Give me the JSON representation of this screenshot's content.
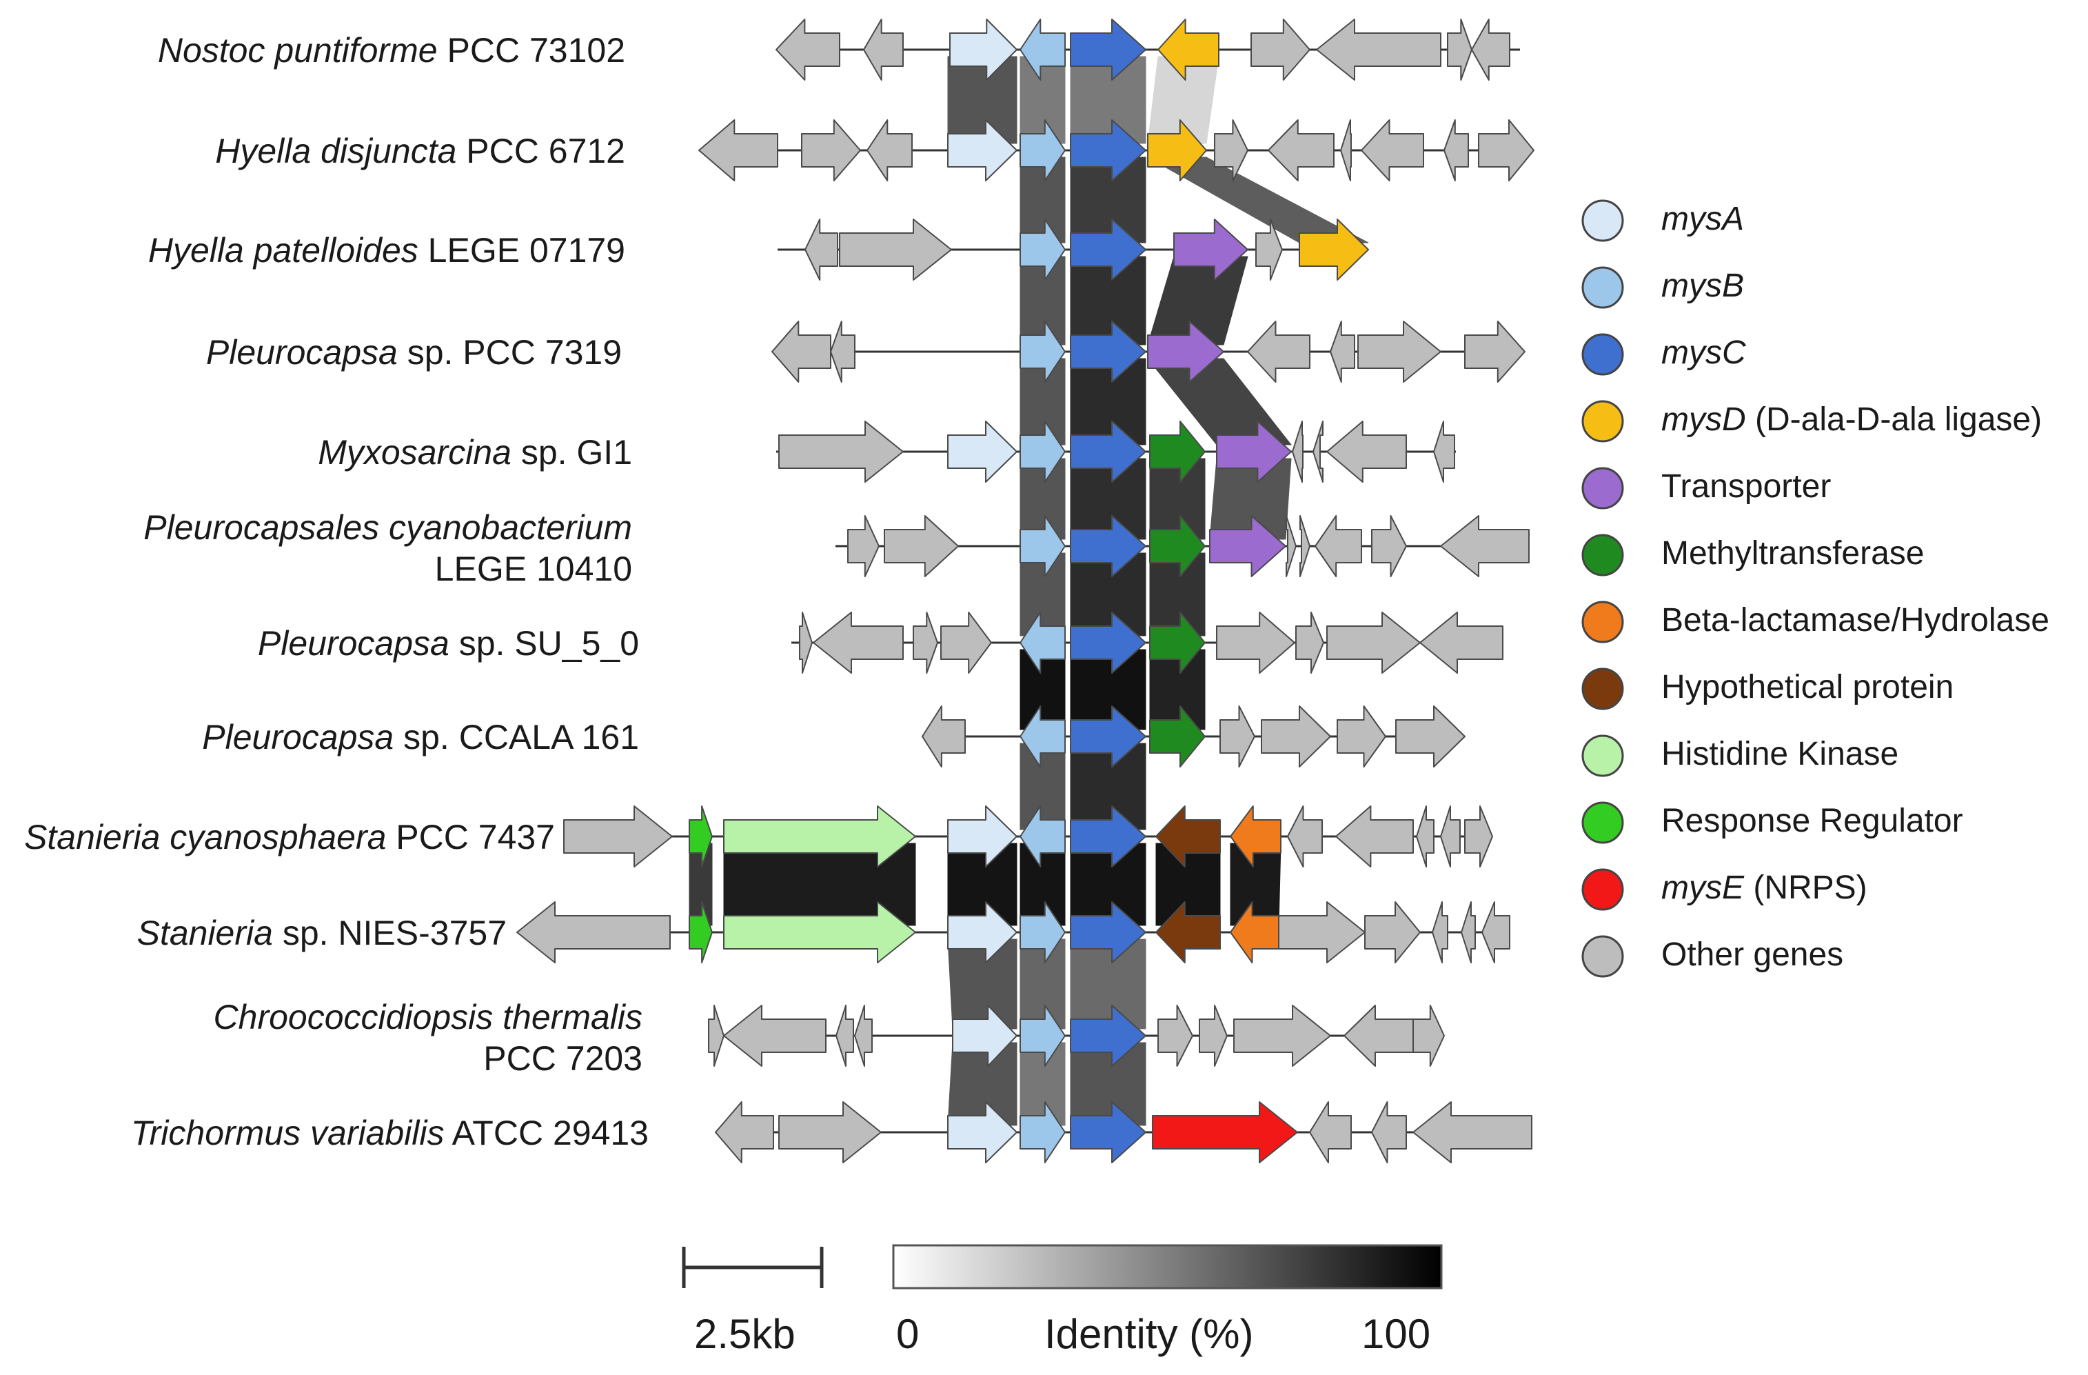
{
  "organisms": [
    {
      "italic": "Nostoc puntiforme",
      "rest": " PCC 73102",
      "line2": ""
    },
    {
      "italic": "Hyella disjuncta",
      "rest": " PCC 6712",
      "line2": ""
    },
    {
      "italic": "Hyella patelloides",
      "rest": " LEGE 07179",
      "line2": ""
    },
    {
      "italic": "Pleurocapsa",
      "rest": " sp. PCC 7319",
      "line2": ""
    },
    {
      "italic": "Myxosarcina",
      "rest": " sp. GI1",
      "line2": ""
    },
    {
      "italic": "Pleurocapsales cyanobacterium",
      "rest": "",
      "line2": "LEGE 10410"
    },
    {
      "italic": "Pleurocapsa",
      "rest": " sp. SU_5_0",
      "line2": ""
    },
    {
      "italic": "Pleurocapsa",
      "rest": " sp. CCALA 161",
      "line2": ""
    },
    {
      "italic": "Stanieria cyanosphaera",
      "rest": " PCC 7437",
      "line2": ""
    },
    {
      "italic": "Stanieria",
      "rest": " sp. NIES-3757",
      "line2": ""
    },
    {
      "italic": "Chroococcidiopsis thermalis",
      "rest": "",
      "line2": "PCC 7203"
    },
    {
      "italic": "Trichormus  variabilis",
      "rest": " ATCC 29413",
      "line2": ""
    }
  ],
  "legend": [
    {
      "italic": "mysA",
      "rest": "",
      "color": "#d9e8f6"
    },
    {
      "italic": "mysB",
      "rest": "",
      "color": "#9dc7ea"
    },
    {
      "italic": "mysC",
      "rest": "",
      "color": "#3f70cf"
    },
    {
      "italic": "mysD",
      "rest": " (D-ala-D-ala ligase)",
      "color": "#f6be14"
    },
    {
      "italic": "",
      "rest": "Transporter",
      "color": "#9b6bd0"
    },
    {
      "italic": "",
      "rest": "Methyltransferase",
      "color": "#1f8a1f"
    },
    {
      "italic": "",
      "rest": "Beta-lactamase/Hydrolase",
      "color": "#f07b1d"
    },
    {
      "italic": "",
      "rest": "Hypothetical protein",
      "color": "#7a3a0e"
    },
    {
      "italic": "",
      "rest": "Histidine Kinase",
      "color": "#b7f2a8"
    },
    {
      "italic": "",
      "rest": "Response Regulator",
      "color": "#33cc22"
    },
    {
      "italic": "mysE",
      "rest": " (NRPS)",
      "color": "#f21818"
    },
    {
      "italic": "",
      "rest": "Other genes",
      "color": "#bdbdbd"
    }
  ],
  "scale_bar": {
    "label": "2.5kb"
  },
  "identity_bar": {
    "min_label": "0",
    "title": "Identity (%)",
    "max_label": "100"
  }
}
